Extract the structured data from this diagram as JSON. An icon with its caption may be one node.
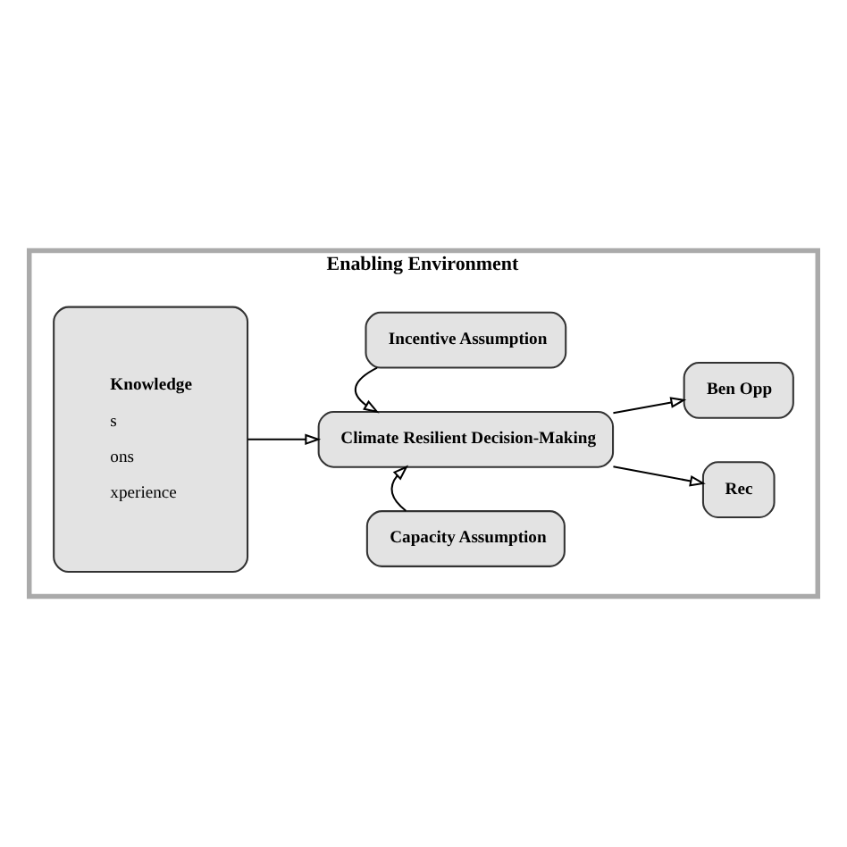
{
  "diagram": {
    "nodes": [
      {
        "text": [
          "Enabling Environment"
        ]
      },
      {
        "text": [
          "Knowledge",
          "s",
          "ons",
          "xperience"
        ],
        "in": 0
      },
      {
        "text": [
          "Capacity Assumption"
        ],
        "in": 0
      },
      {
        "text": [
          "Climate Resilient Decision-Making"
        ],
        "in": 0
      },
      {
        "text": [
          "Incentive Assumption"
        ],
        "in": 0
      },
      {
        "text": [
          "Rec"
        ],
        "in": 0
      },
      {
        "text": [
          "Ben Opp"
        ],
        "in": 0
      }
    ],
    "edges": [
      {
        "from": 1,
        "to": 3,
        "arrow": "to"
      },
      {
        "from": 2,
        "to": 3,
        "arrow": "to"
      },
      {
        "from": 4,
        "to": 3,
        "arrow": "to"
      },
      {
        "from": 3,
        "to": 5,
        "arrow": "to"
      },
      {
        "from": 3,
        "to": 6,
        "arrow": "to"
      }
    ]
  }
}
